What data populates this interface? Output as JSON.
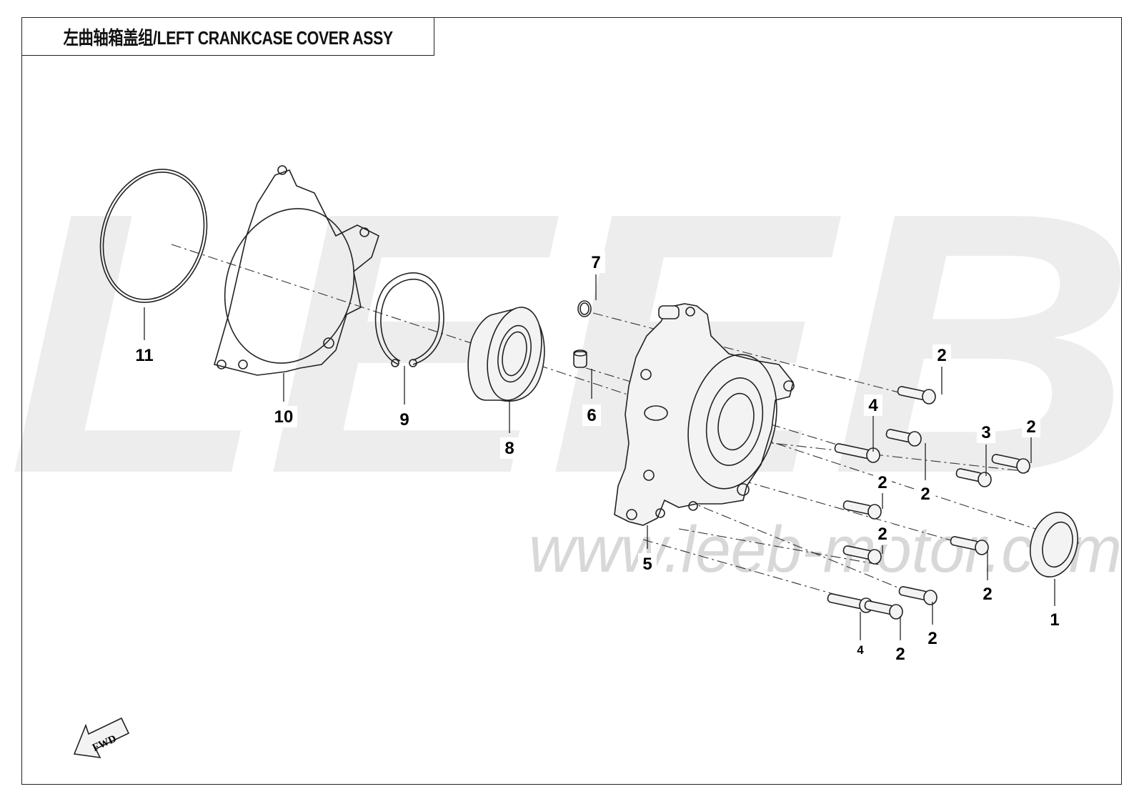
{
  "title": "左曲轴箱盖组/LEFT CRANKCASE COVER ASSY",
  "watermark": {
    "brand": "LEEB",
    "url": "www.leeb-motor.com"
  },
  "direction_badge": "FWD",
  "callouts": [
    {
      "id": "c11",
      "label": "11"
    },
    {
      "id": "c10",
      "label": "10"
    },
    {
      "id": "c9",
      "label": "9"
    },
    {
      "id": "c8",
      "label": "8"
    },
    {
      "id": "c7",
      "label": "7"
    },
    {
      "id": "c6",
      "label": "6"
    },
    {
      "id": "c5",
      "label": "5"
    },
    {
      "id": "c4a",
      "label": "4"
    },
    {
      "id": "c4b",
      "label": "4"
    },
    {
      "id": "c3",
      "label": "3"
    },
    {
      "id": "c2a",
      "label": "2"
    },
    {
      "id": "c2b",
      "label": "2"
    },
    {
      "id": "c2c",
      "label": "2"
    },
    {
      "id": "c2d",
      "label": "2"
    },
    {
      "id": "c2e",
      "label": "2"
    },
    {
      "id": "c2f",
      "label": "2"
    },
    {
      "id": "c2g",
      "label": "2"
    },
    {
      "id": "c2h",
      "label": "2"
    },
    {
      "id": "c1",
      "label": "1"
    }
  ],
  "colors": {
    "line": "#222222",
    "watermark": "#ededed"
  }
}
